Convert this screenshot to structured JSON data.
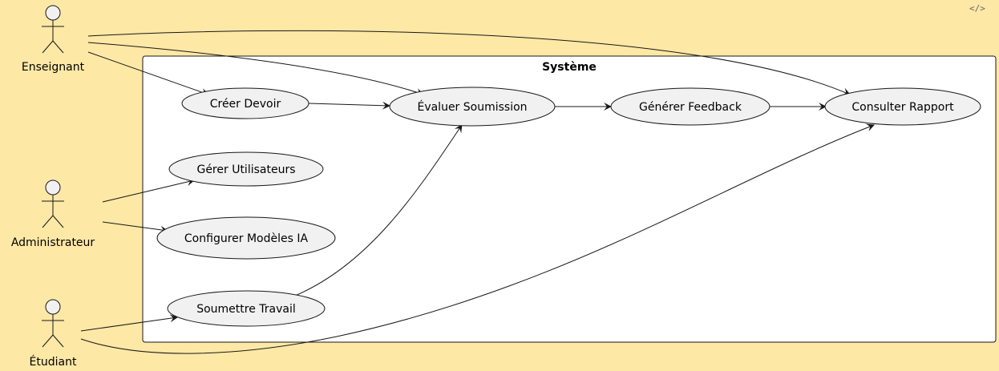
{
  "system": {
    "title": "Système"
  },
  "actors": {
    "enseignant": "Enseignant",
    "administrateur": "Administrateur",
    "etudiant": "Étudiant"
  },
  "use_cases": {
    "creer_devoir": "Créer Devoir",
    "evaluer_soumission": "Évaluer Soumission",
    "generer_feedback": "Générer Feedback",
    "consulter_rapport": "Consulter Rapport",
    "gerer_utilisateurs": "Gérer Utilisateurs",
    "configurer_modeles": "Configurer Modèles IA",
    "soumettre_travail": "Soumettre Travail"
  },
  "toolbar": {
    "source_icon": "</>"
  },
  "colors": {
    "background": "#FEE8A6",
    "usecase_fill": "#F1F1F1",
    "stroke": "#181818",
    "system_fill": "#FFFFFF"
  }
}
